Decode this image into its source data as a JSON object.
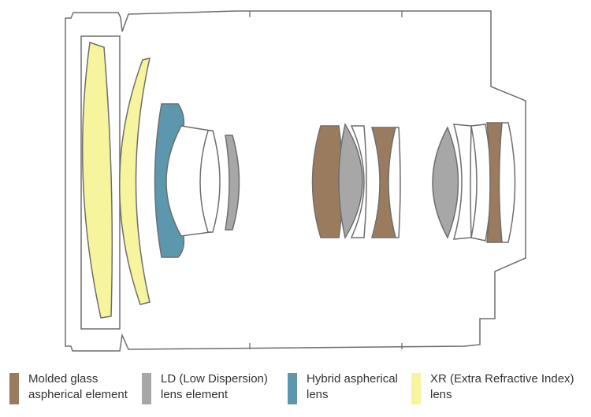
{
  "colors": {
    "molded": "#9b7b5e",
    "ld": "#a7a7a7",
    "hybrid": "#5c97ad",
    "xr": "#f6f49c",
    "outline": "#6e6e6e",
    "clear": "#ffffff"
  },
  "legend": [
    {
      "line1": "Molded glass",
      "line2": "aspherical element",
      "color": "#9b7b5e"
    },
    {
      "line1": "LD (Low Dispersion)",
      "line2": "lens element",
      "color": "#a7a7a7"
    },
    {
      "line1": "Hybrid aspherical",
      "line2": "lens",
      "color": "#5c97ad"
    },
    {
      "line1": "XR (Extra Refractive Index)",
      "line2": "lens",
      "color": "#f6f49c"
    }
  ]
}
